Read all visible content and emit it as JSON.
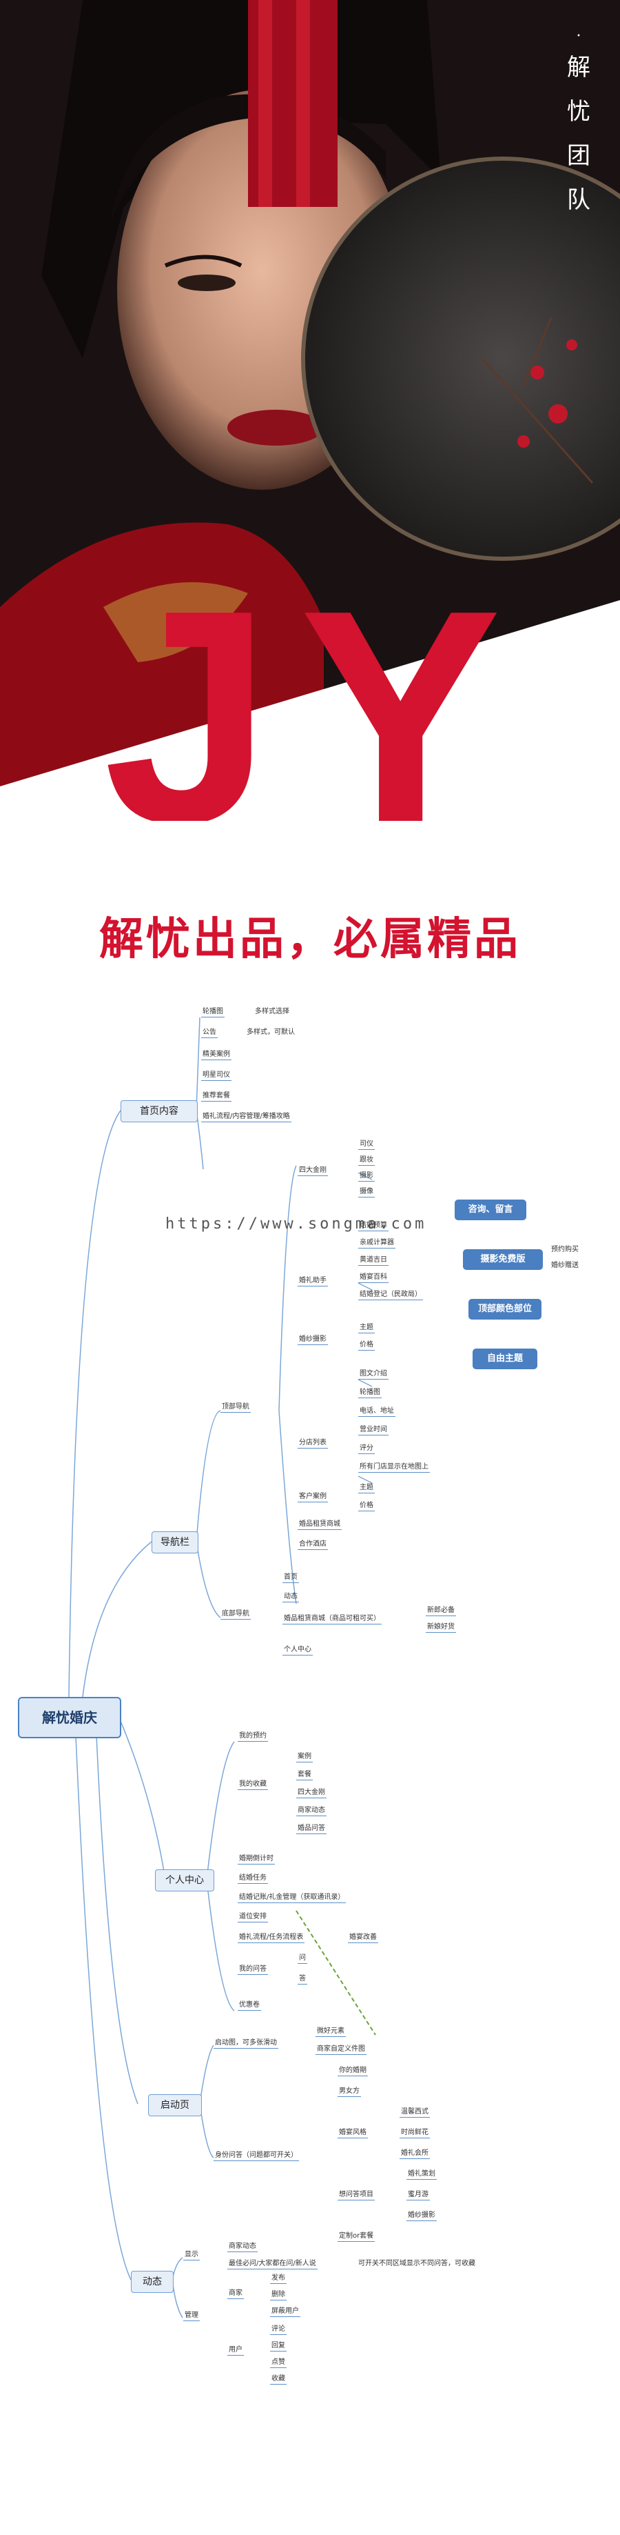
{
  "hero": {
    "vertical_text": [
      "解",
      "忧",
      "团",
      "队"
    ],
    "brand_letters": "JY",
    "slogan": "解忧出品，必属精品"
  },
  "watermark": "https://www.songma.com",
  "mindmap": {
    "root": "解忧婚庆",
    "branches": {
      "home": "首页内容",
      "nav": "导航栏",
      "personal": "个人中心",
      "splash": "启动页",
      "dynamic": "动态"
    },
    "home_items": [
      "轮播图",
      "多样式选择",
      "公告",
      "多样式，可默认",
      "精美案例",
      "明星司仪",
      "推荐套餐",
      "婚礼流程/内容管理/筹播攻略"
    ],
    "nav_top": "顶部导航",
    "nav_top_items": [
      "四大金刚",
      "司仪",
      "摄像",
      "摄影",
      "跟妆",
      "婚礼助手",
      "结婚预算",
      "亲戚计算器",
      "黄道吉日",
      "婚宴百科",
      "结婚登记（民政局）",
      "婚纱摄影",
      "主题",
      "价格",
      "分店列表",
      "图文介绍",
      "轮播图",
      "电话、地址",
      "营业时间",
      "评分",
      "所有门店显示在地图上",
      "客户案例",
      "主题",
      "价格",
      "婚品租赁商城",
      "合作酒店"
    ],
    "callouts": [
      "咨询、留言",
      "摄影免费版",
      "预约购买",
      "婚纱赠送",
      "顶部颜色部位",
      "自由主题"
    ],
    "nav_bottom": "底部导航",
    "nav_bottom_items": [
      "首页",
      "动态",
      "婚品租赁商城（商品可租可买）",
      "新郎必备",
      "新娘好货",
      "个人中心"
    ],
    "personal_items": [
      "我的预约",
      "我的收藏",
      "案例",
      "套餐",
      "四大金刚",
      "商家动态",
      "婚品问答",
      "婚期倒计时",
      "结婚任务",
      "结婚记账/礼金管理（获取通讯录）",
      "道位安排",
      "婚礼流程/任务流程表",
      "婚宴改善",
      "我的问答",
      "问",
      "答",
      "优惠卷"
    ],
    "splash_items": [
      "启动图，可多张滑动",
      "微好元素",
      "商家自定义件图",
      "身份问答（问题都可开关）",
      "你的婚期",
      "男女方",
      "婚宴风格",
      "温馨西式",
      "时尚鲜花",
      "婚礼会所",
      "想问答项目",
      "婚礼策划",
      "蜜月游",
      "婚纱摄影",
      "定制or套餐"
    ],
    "dynamic_items": [
      "显示",
      "商家动态",
      "最佳必问/大家都在问/新人说",
      "可开关不同区域显示不同问答，可收藏",
      "管理",
      "商家",
      "发布",
      "删除",
      "屏蔽用户",
      "用户",
      "评论",
      "回复",
      "点赞",
      "收藏"
    ]
  },
  "colors": {
    "brand_red": "#d3132f",
    "node_blue": "#4a7fc1",
    "line_blue": "#7aa7d8"
  }
}
